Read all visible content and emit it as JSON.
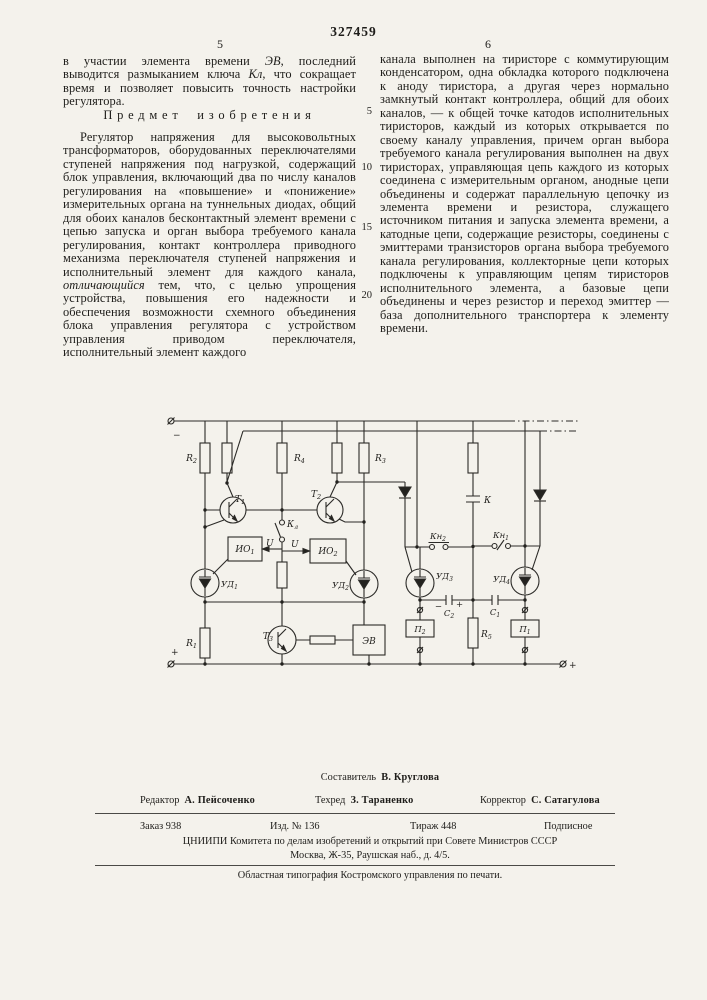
{
  "page": {
    "patent_number": "327459",
    "left_column_number": "5",
    "right_column_number": "6"
  },
  "margin_numbers": [
    "5",
    "10",
    "15",
    "20"
  ],
  "left_column": {
    "para1_pre": "в участии элемента времени ",
    "para1_var1": "ЭВ",
    "para1_mid": ", последний выводится размыканием ключа ",
    "para1_var2": "Кл",
    "para1_post": ", что сокращает время и позволяет повысить точность настройки регулятора.",
    "heading": "Предмет изобретения",
    "para2_pre": "Регулятор напряжения для высоковольтных трансформаторов, оборудованных переключателями ступеней напряжения под нагрузкой, содержащий блок управления, включающий два по числу каналов регулирования на «повышение» и «понижение» измерительных органа на туннельных диодах, общий для обоих каналов бесконтактный элемент времени с цепью запуска и орган выбора требуемого канала регулирования, контакт контроллера приводного механизма переключателя ступеней напряжения и исполнительный элемент для каждого канала, ",
    "para2_italic": "отличающийся",
    "para2_post": " тем, что, с целью упрощения устройства, повышения его надежности и обеспечения возможности схемного объединения блока управления регулятора с устройством управления приводом переключателя, исполнительный элемент каждого"
  },
  "right_column": {
    "para": "канала выполнен на тиристоре с коммутирующим конденсатором, одна обкладка которого подключена к аноду тиристора, а другая через нормально замкнутый контакт контроллера, общий для обоих каналов, — к общей точке катодов исполнительных тиристоров, каждый из которых открывается по своему каналу управления, причем орган выбора требуемого канала регулирования выполнен на двух тиристорах, управляющая цепь каждого из которых соединена с измерительным органом, анодные цепи объединены и содержат параллельную цепочку из элемента времени и резистора, служащего источником питания и запуска элемента времени, а катодные цепи, содержащие резисторы, соединены с эмиттерами транзисторов органа выбора требуемого канала регулирования, коллекторные цепи которых подключены к управляющим цепям тиристоров исполнительного элемента, а базовые цепи объединены и через резистор и переход эмиттер — база дополнительного транспортера к элементу времени."
  },
  "schematic": {
    "labels": {
      "r2": {
        "n": "R",
        "s": "2"
      },
      "r4": {
        "n": "R",
        "s": "4"
      },
      "r3": {
        "n": "R",
        "s": "3"
      },
      "r1": {
        "n": "R",
        "s": "1"
      },
      "r5": {
        "n": "R",
        "s": "5"
      },
      "t1": {
        "n": "T",
        "s": "1"
      },
      "t2": {
        "n": "T",
        "s": "2"
      },
      "t3": {
        "n": "T",
        "s": "3"
      },
      "kl": {
        "n": "К",
        "s": "л"
      },
      "io1": {
        "n": "ИО",
        "s": "1"
      },
      "io2": {
        "n": "ИО",
        "s": "2"
      },
      "ud1": {
        "n": "УД",
        "s": "1"
      },
      "ud2": {
        "n": "УД",
        "s": "2"
      },
      "ud3": {
        "n": "УД",
        "s": "3"
      },
      "ud4": {
        "n": "УД",
        "s": "4"
      },
      "kn2": {
        "n": "Кн",
        "s": "2"
      },
      "kn1": {
        "n": "Кн",
        "s": "1"
      },
      "k": "К",
      "c2": {
        "n": "С",
        "s": "2"
      },
      "c1": {
        "n": "С",
        "s": "1"
      },
      "p2": {
        "n": "П",
        "s": "2"
      },
      "p1": {
        "n": "П",
        "s": "1"
      },
      "ev": "ЭВ",
      "u_left": "U",
      "u_right": "U",
      "minus_top": "−",
      "plus_bottom_left": "+",
      "plus_bottom_right": "+",
      "c2_minus": "−",
      "c2_plus": "+"
    }
  },
  "footer": {
    "compiler_label": "Составитель",
    "compiler_name": "В. Круглова",
    "editor_label": "Редактор",
    "editor_name": "А. Пейсоченко",
    "tech_label": "Техред",
    "tech_name": "З. Тараненко",
    "corrector_label": "Корректор",
    "corrector_name": "С. Сатагулова",
    "order": "Заказ 938",
    "issue": "Изд. № 136",
    "circulation": "Тираж 448",
    "subscription": "Подписное",
    "org_line": "ЦНИИПИ Комитета по делам изобретений и открытий при Совете Министров СССР",
    "address_line": "Москва, Ж-35, Раушская наб., д. 4/5.",
    "printer_line": "Областная типография Костромского управления по печати."
  }
}
